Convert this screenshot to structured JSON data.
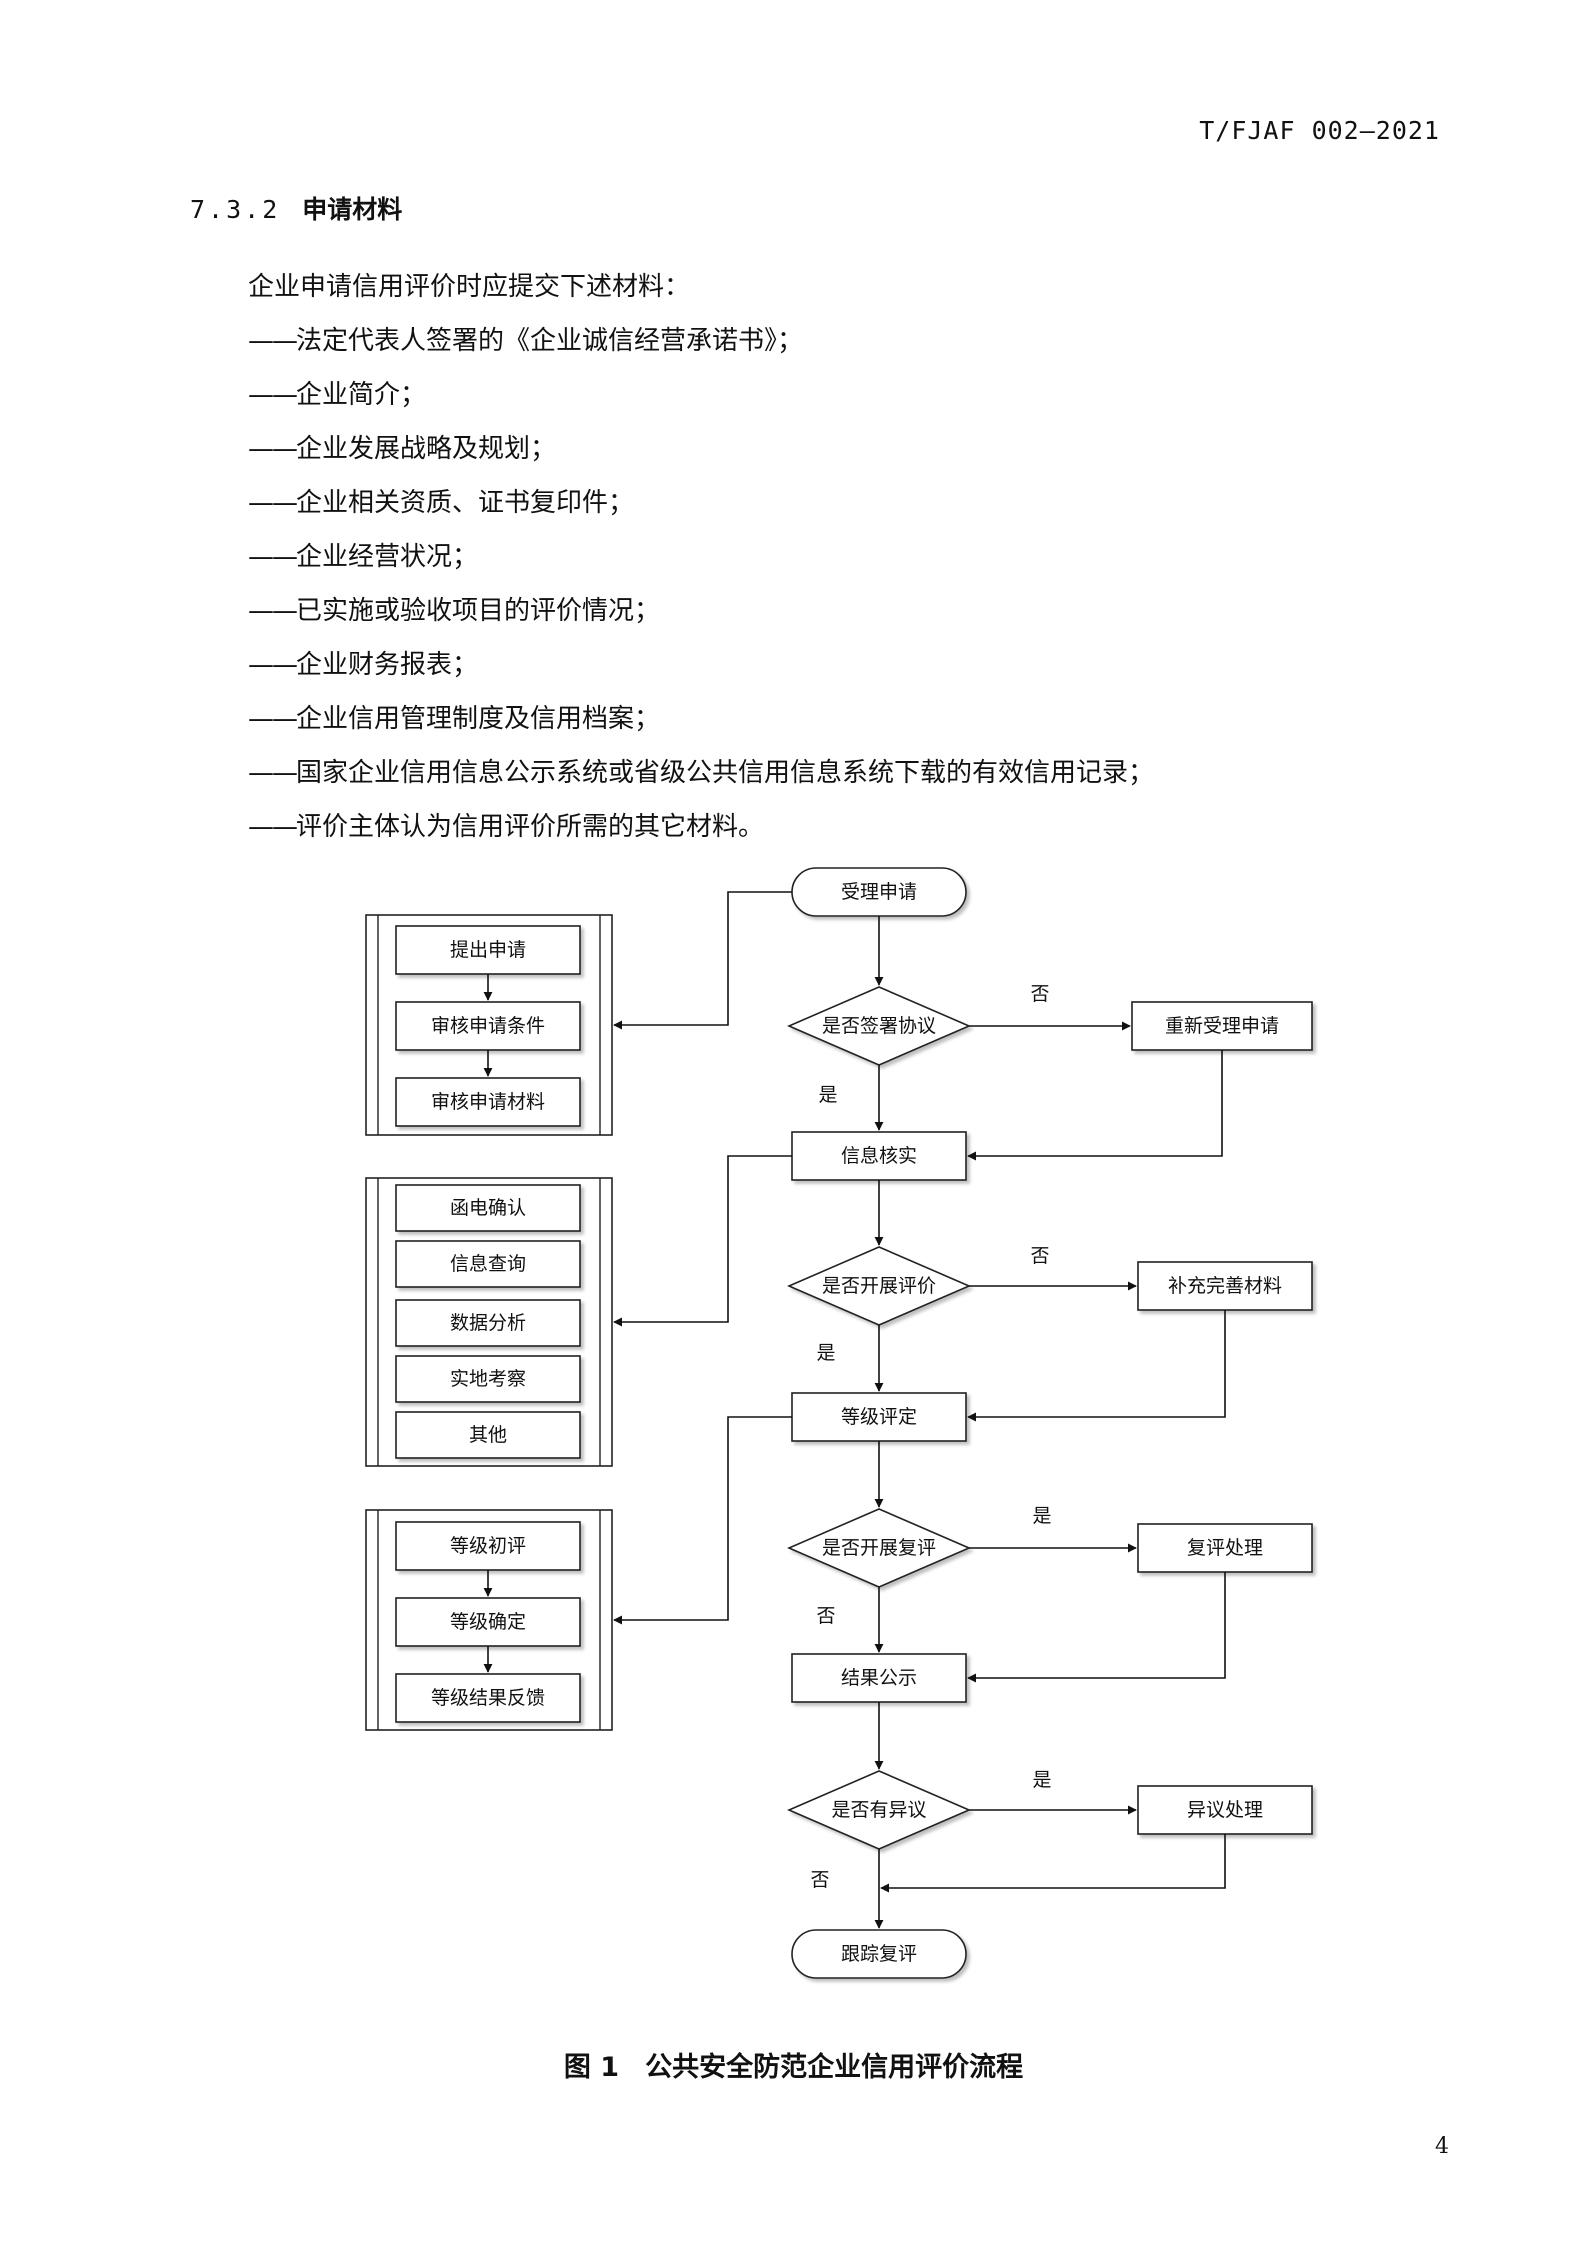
{
  "header": {
    "doc_code": "T/FJAF 002—2021"
  },
  "section": {
    "number": "7.3.2",
    "title": "申请材料"
  },
  "body": {
    "intro": "企业申请信用评价时应提交下述材料：",
    "dash": "——",
    "items": [
      "法定代表人签署的《企业诚信经营承诺书》；",
      "企业简介；",
      "企业发展战略及规划；",
      "企业相关资质、证书复印件；",
      "企业经营状况；",
      "已实施或验收项目的评价情况；",
      "企业财务报表；",
      "企业信用管理制度及信用档案；",
      "国家企业信用信息公示系统或省级公共信用信息系统下载的有效信用记录；",
      "评价主体认为信用评价所需的其它材料。"
    ]
  },
  "flowchart": {
    "start": "受理申请",
    "end": "跟踪复评",
    "process": [
      "信息核实",
      "等级评定",
      "结果公示"
    ],
    "decisions": [
      "是否签署协议",
      "是否开展评价",
      "是否开展复评",
      "是否有异议"
    ],
    "branches": [
      "重新受理申请",
      "补充完善材料",
      "复评处理",
      "异议处理"
    ],
    "labels": {
      "d1_side": "否",
      "d1_down": "是",
      "d2_side": "否",
      "d2_down": "是",
      "d3_side": "是",
      "d3_down": "否",
      "d4_side": "是",
      "d4_down": "否"
    },
    "group1": [
      "提出申请",
      "审核申请条件",
      "审核申请材料"
    ],
    "group2": [
      "函电确认",
      "信息查询",
      "数据分析",
      "实地考察",
      "其他"
    ],
    "group3": [
      "等级初评",
      "等级确定",
      "等级结果反馈"
    ]
  },
  "caption": {
    "number": "图 1",
    "title": "公共安全防范企业信用评价流程"
  },
  "footer": {
    "page_number": "4"
  }
}
